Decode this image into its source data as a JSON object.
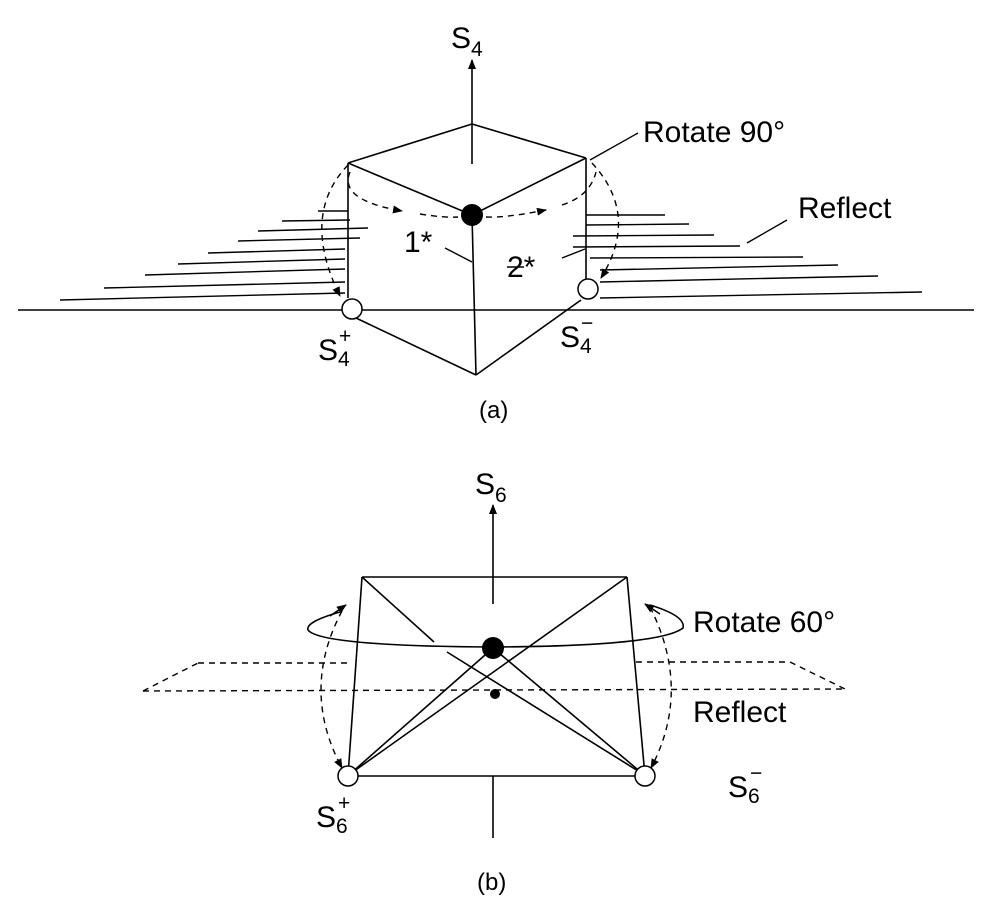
{
  "panel_a": {
    "axis_label": "S",
    "axis_sub": "4",
    "rotate_label": "Rotate 90°",
    "reflect_label": "Reflect",
    "point1_label": "1*",
    "point2_label": "2*",
    "plus_label": "S",
    "plus_sub": "4",
    "plus_sup": "+",
    "minus_label": "S",
    "minus_sub": "4",
    "minus_sup": "−",
    "caption": "(a)"
  },
  "panel_b": {
    "axis_label": "S",
    "axis_sub": "6",
    "rotate_label": "Rotate 60°",
    "reflect_label": "Reflect",
    "plus_label": "S",
    "plus_sub": "6",
    "plus_sup": "+",
    "minus_label": "S",
    "minus_sub": "6",
    "minus_sup": "−",
    "caption": "(b)"
  }
}
